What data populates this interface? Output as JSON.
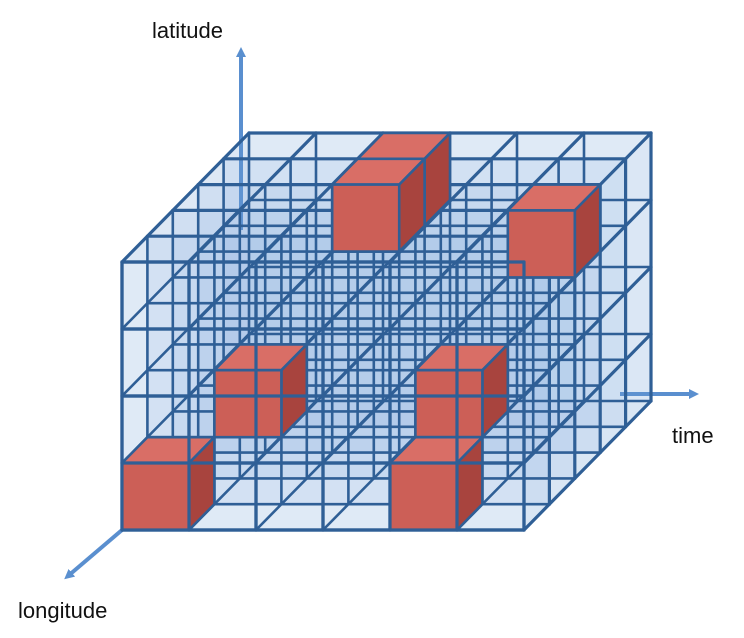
{
  "axes": {
    "vertical": {
      "label": "latitude"
    },
    "horizontal": {
      "label": "time"
    },
    "depth": {
      "label": "longitude"
    }
  },
  "grid": {
    "cols": 6,
    "rows": 4,
    "layers": 5
  },
  "colors": {
    "edge": "#2f5f96",
    "fill": "#6f9fd8",
    "red_front": "#cc5f57",
    "red_top": "#d96e66",
    "red_side": "#a8443e",
    "arrow": "#5a8fcf",
    "background": "#ffffff"
  },
  "highlighted_cells": [
    {
      "col": 0,
      "row": 0,
      "layer": 0
    },
    {
      "col": 4,
      "row": 0,
      "layer": 0
    },
    {
      "col": 1,
      "row": 1,
      "layer": 1
    },
    {
      "col": 4,
      "row": 1,
      "layer": 1
    },
    {
      "col": 2,
      "row": 3,
      "layer": 4
    },
    {
      "col": 2,
      "row": 3,
      "layer": 3
    },
    {
      "col": 5,
      "row": 3,
      "layer": 2
    }
  ]
}
